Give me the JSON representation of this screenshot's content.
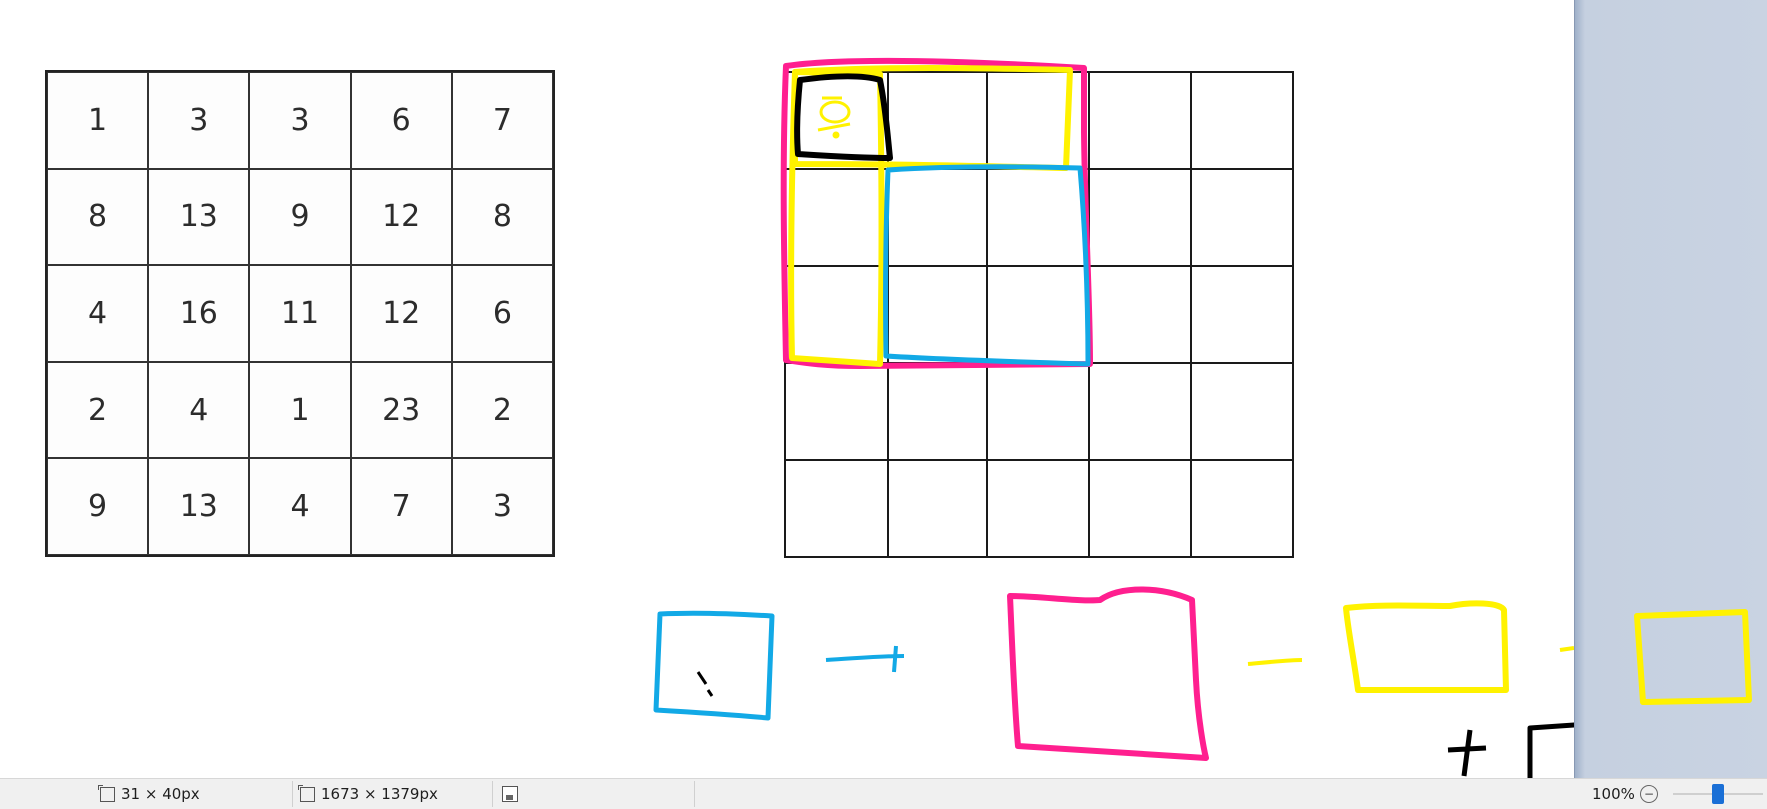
{
  "grid": {
    "values": [
      [
        "1",
        "3",
        "3",
        "6",
        "7"
      ],
      [
        "8",
        "13",
        "9",
        "12",
        "8"
      ],
      [
        "4",
        "16",
        "11",
        "12",
        "6"
      ],
      [
        "2",
        "4",
        "1",
        "23",
        "2"
      ],
      [
        "9",
        "13",
        "4",
        "7",
        "3"
      ]
    ]
  },
  "annotation_colors": {
    "pink": "#ff1f8f",
    "yellow": "#fff200",
    "blue": "#12a9e6",
    "black": "#000000"
  },
  "status": {
    "selection_size": "31 × 40px",
    "image_size": "1673 × 1379px",
    "zoom": "100%",
    "zoom_slider_fraction": 0.5
  }
}
